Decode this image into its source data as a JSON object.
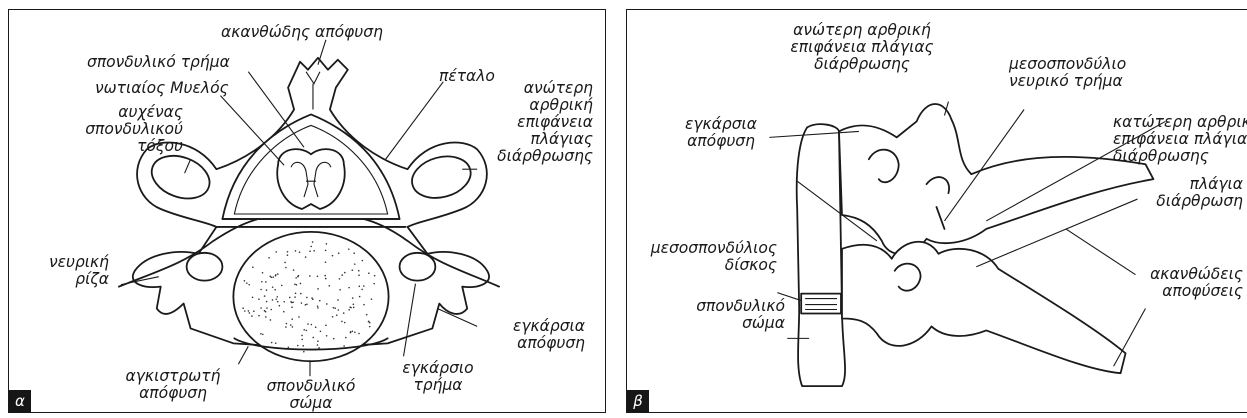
{
  "panel_a": {
    "badge": "α",
    "labels": {
      "spinous_process": "ακανθώδης απόφυση",
      "vertebral_foramen": "σπονδυλικό τρήμα",
      "lamina": "πέταλο",
      "spinal_cord": "νωτιαίος Μυελός",
      "pedicle": [
        "αυχένας",
        "σπονδυλικού",
        "τόξου"
      ],
      "superior_articular_surface": [
        "ανώτερη",
        "αρθρική",
        "επιφάνεια",
        "πλάγιας",
        "διάρθρωσης"
      ],
      "nerve_root": [
        "νευρική",
        "ρίζα"
      ],
      "transverse_process": [
        "εγκάρσια",
        "απόφυση"
      ],
      "uncinate_process": [
        "αγκιστρωτή",
        "απόφυση"
      ],
      "vertebral_body": [
        "σπονδυλικό",
        "σώμα"
      ],
      "transverse_foramen": [
        "εγκάρσιο",
        "τρήμα"
      ]
    }
  },
  "panel_b": {
    "badge": "β",
    "labels": {
      "superior_articular_surface": [
        "ανώτερη αρθρική",
        "επιφάνεια πλάγιας",
        "διάρθρωσης"
      ],
      "intervertebral_foramen": [
        "μεσοσπονδύλιο",
        "νευρικό τρήμα"
      ],
      "transverse_process": [
        "εγκάρσια",
        "απόφυση"
      ],
      "inferior_articular_surface": [
        "κατώτερη αρθρική",
        "επιφάνεια πλάγιας",
        "διάρθρωσης"
      ],
      "facet_joint": [
        "πλάγια",
        "διάρθρωση"
      ],
      "intervertebral_disc": [
        "μεσοσπονδύλιος",
        "δίσκος"
      ],
      "spinous_processes": [
        "ακανθώδεις",
        "αποφύσεις"
      ],
      "vertebral_body": [
        "σπονδυλικό",
        "σώμα"
      ]
    }
  }
}
